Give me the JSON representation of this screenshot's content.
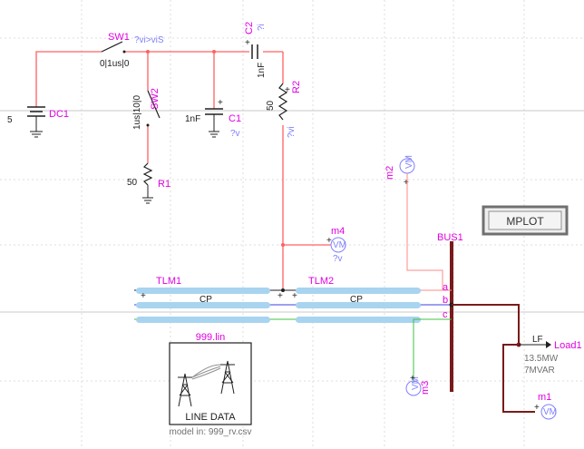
{
  "components": {
    "dc1": {
      "name": "DC1",
      "value": "5"
    },
    "sw1": {
      "name": "SW1",
      "timing": "0|1us|0",
      "probe": "?vi>viS"
    },
    "sw2": {
      "name": "SW2",
      "timing": "1us|10|0"
    },
    "c1": {
      "name": "C1",
      "value": "1nF",
      "probe": "?v"
    },
    "c2": {
      "name": "C2",
      "value": "1nF",
      "probe": "?i"
    },
    "r1": {
      "name": "R1",
      "value": "50"
    },
    "r2": {
      "name": "R2",
      "value": "50",
      "probe": "?vi"
    },
    "m2": {
      "name": "m2",
      "symbol": "VM"
    },
    "m4": {
      "name": "m4",
      "symbol": "VM",
      "probe": "?v"
    },
    "m3": {
      "name": "m3",
      "symbol": "VM"
    },
    "m1": {
      "name": "m1",
      "symbol": "VM"
    },
    "tlm1": {
      "name": "TLM1",
      "model": "CP"
    },
    "tlm2": {
      "name": "TLM2",
      "model": "CP"
    },
    "bus1": {
      "name": "BUS1",
      "phases": [
        "a",
        "b",
        "c"
      ]
    },
    "load1": {
      "name": "Load1",
      "tag": "LF",
      "p": "13.5MW",
      "q": "7MVAR"
    },
    "linedata": {
      "file": "999.lin",
      "title": "LINE DATA",
      "model": "model in: 999_rv.csv"
    }
  },
  "mplot": {
    "label": "MPLOT"
  },
  "colors": {
    "dc_wire": "#ff6060",
    "tl_cable": "#a8d4f0",
    "bus": "#7a1a1a",
    "label": "#e000e0",
    "probe": "#8080ff",
    "phase_a": "#ff8888",
    "phase_b": "#4040e0",
    "phase_c": "#40c040"
  }
}
